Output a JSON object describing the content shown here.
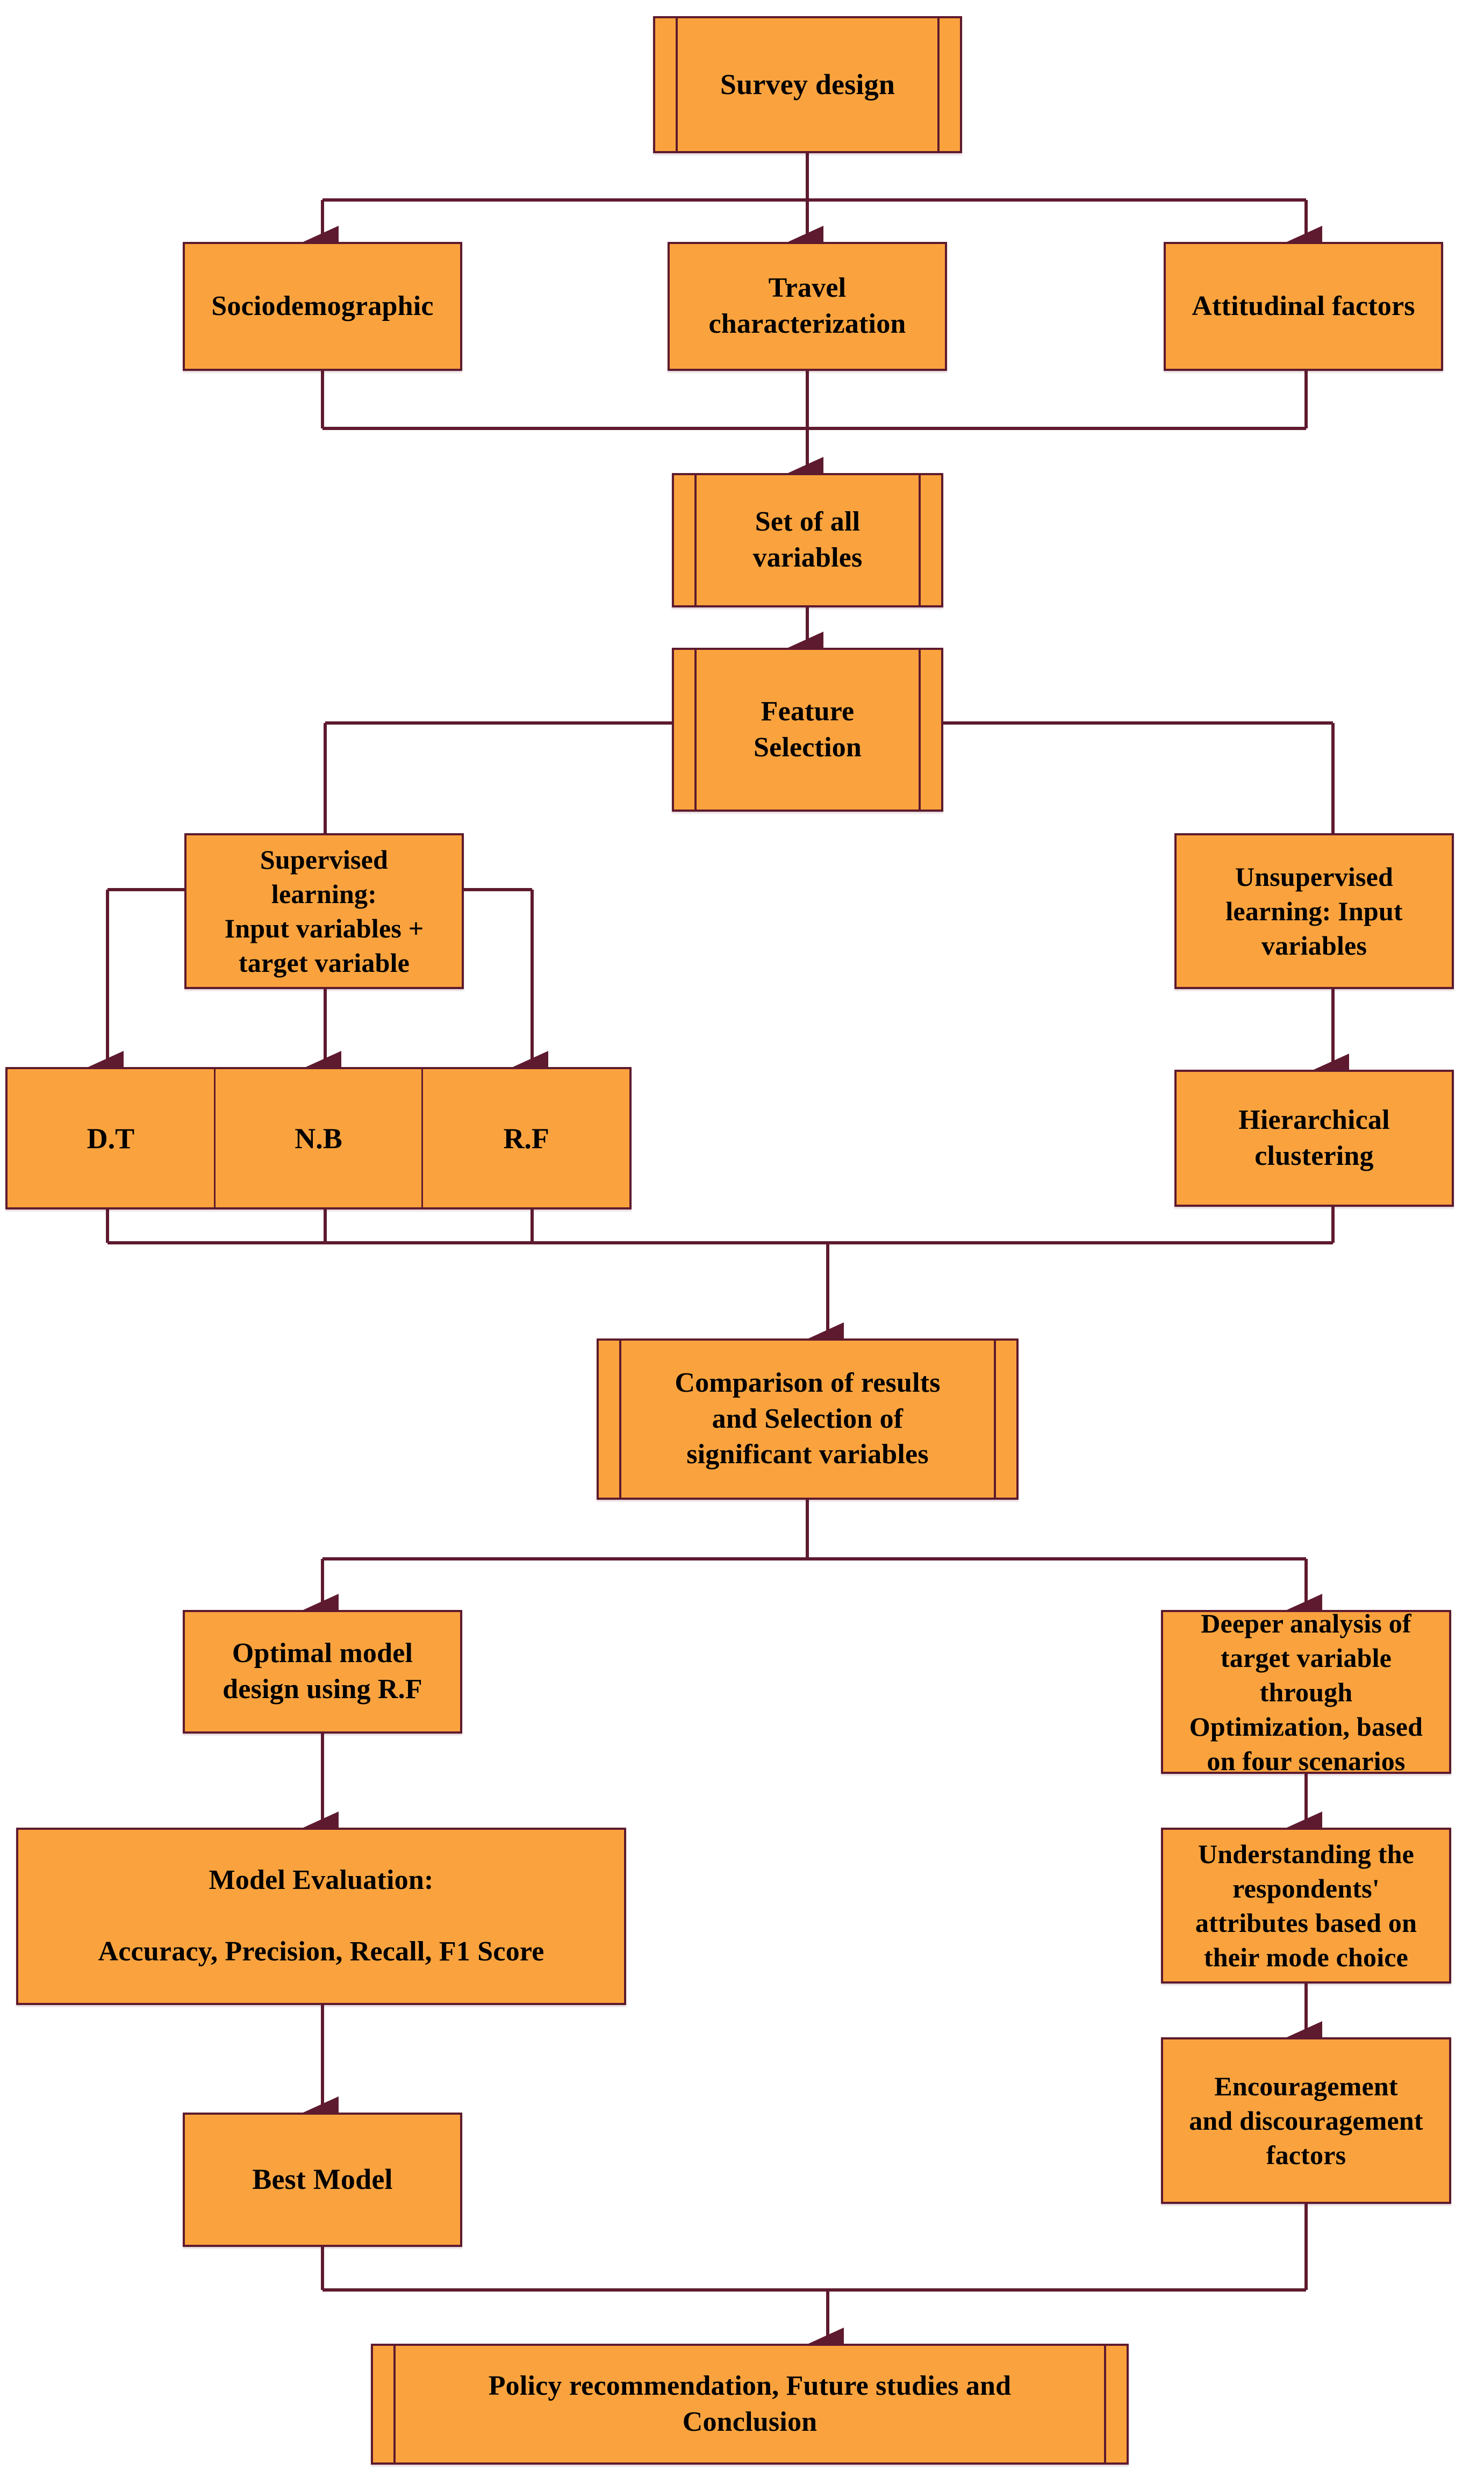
{
  "diagram": {
    "title": "Research methodology flowchart",
    "colors": {
      "node_fill": "#FAA33E",
      "node_border": "#5E1A2E",
      "connector": "#5E1A2E",
      "background": "#FFFFFF",
      "text": "#000000"
    }
  },
  "nodes": {
    "survey_design": "Survey design",
    "sociodemographic": "Sociodemographic",
    "travel_characterization": "Travel\ncharacterization",
    "attitudinal_factors": "Attitudinal factors",
    "set_of_all_variables": "Set of all\nvariables",
    "feature_selection": "Feature\nSelection",
    "supervised_learning": "Supervised\nlearning:\nInput variables +\ntarget variable",
    "unsupervised_learning": "Unsupervised\nlearning: Input\nvariables",
    "dt": "D.T",
    "nb": "N.B",
    "rf": "R.F",
    "hierarchical_clustering": "Hierarchical\nclustering",
    "comparison_of_results": "Comparison of results\nand Selection of\nsignificant variables",
    "optimal_model_design": "Optimal model\ndesign using R.F",
    "model_evaluation": "Model Evaluation:\n\nAccuracy, Precision, Recall, F1 Score",
    "best_model": "Best Model",
    "deeper_analysis": "Deeper analysis of\ntarget variable\nthrough\nOptimization, based\non four scenarios",
    "understanding_respondents": "Understanding the\nrespondents'\nattributes based on\ntheir mode choice",
    "encouragement_factors": "Encouragement\nand discouragement\nfactors",
    "policy_recommendation": "Policy recommendation, Future studies and\nConclusion"
  }
}
